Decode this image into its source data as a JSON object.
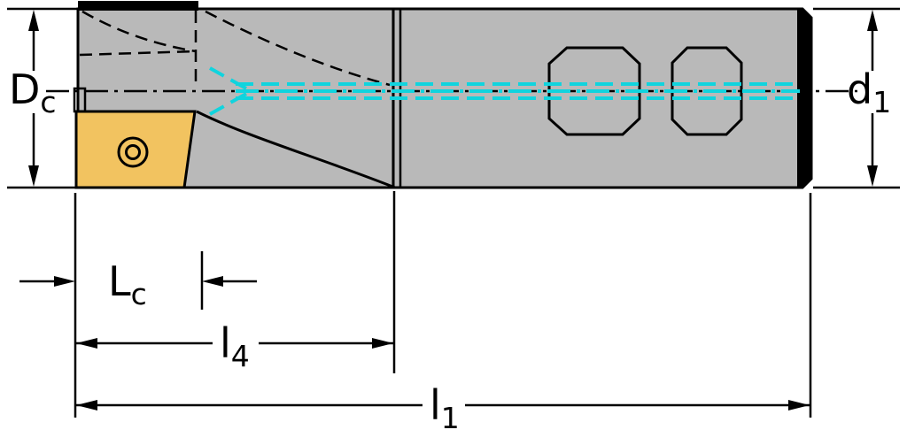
{
  "drawing": {
    "labels": {
      "cutting_diameter": {
        "main": "D",
        "sub": "c"
      },
      "shank_diameter": {
        "main": "d",
        "sub": "1"
      },
      "cutting_length": {
        "main": "L",
        "sub": "c"
      },
      "projection_length": {
        "main": "l",
        "sub": "4"
      },
      "overall_length": {
        "main": "l",
        "sub": "1"
      }
    },
    "colors": {
      "body": "#b9b9b9",
      "insert": "#f2c360",
      "coolant_highlight": "#10d4de",
      "line": "#000000",
      "background": "#ffffff"
    }
  }
}
